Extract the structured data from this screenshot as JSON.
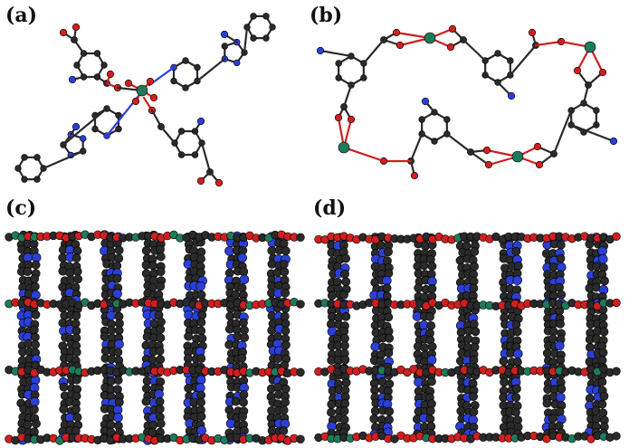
{
  "figure": {
    "panels": [
      {
        "id": "a",
        "label": "(a)"
      },
      {
        "id": "b",
        "label": "(b)"
      },
      {
        "id": "c",
        "label": "(c)"
      },
      {
        "id": "d",
        "label": "(d)"
      }
    ]
  },
  "colors": {
    "carbon": "#2a2a2a",
    "nitrogen": "#2b3fd6",
    "oxygen": "#cf1f1f",
    "metal": "#1f7a5a",
    "bond": "#2a2a2a",
    "background": "#ffffff"
  }
}
